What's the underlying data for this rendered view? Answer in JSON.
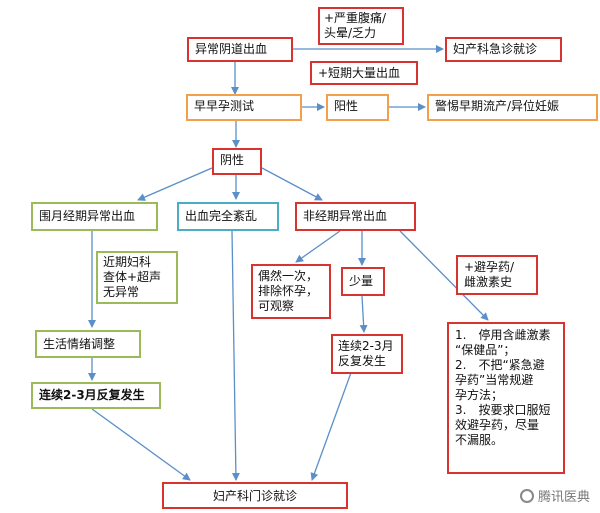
{
  "nodes": {
    "abnormal_bleeding": "异常阴道出血",
    "urgent_symptoms": [
      "+严重腹痛/",
      "头晕/乏力"
    ],
    "gyn_emergency": "妇产科急诊就诊",
    "heavy_bleeding": "+短期大量出血",
    "pregnancy_test": "早早孕测试",
    "positive": "阳性",
    "alert_miscarriage": "警惕早期流产/异位妊娠",
    "negative": "阴性",
    "perimenstrual": "围月经期异常出血",
    "chaotic": "出血完全紊乱",
    "nonmenstrual": "非经期异常出血",
    "recent_exam": [
      "近期妇科",
      "查体+超声",
      "无异常"
    ],
    "occasional": [
      "偶然一次，",
      "排除怀孕，",
      "可观察"
    ],
    "small_amount": "少量",
    "contraceptive": [
      "+避孕药/",
      "雌激素史"
    ],
    "lifestyle": "生活情绪调整",
    "repeat_1": "连续2-3月反复发生",
    "repeat_2": [
      "连续2-3月",
      "反复发生"
    ],
    "advice": [
      "1.　停用含雌激素",
      "“保健品”；",
      "2.　不把“紧急避",
      "孕药”当常规避",
      "孕方法；",
      "3.　按要求口服短",
      "效避孕药，尽量",
      "不漏服。"
    ],
    "gyn_clinic": "妇产科门诊就诊"
  },
  "watermark": "腾讯医典",
  "colors": {
    "red_border": "#d9332f",
    "orange_border": "#f3a04b",
    "green_border": "#9bbb59",
    "blue_border": "#4bacc6",
    "arrow": "#5b8fc9"
  }
}
